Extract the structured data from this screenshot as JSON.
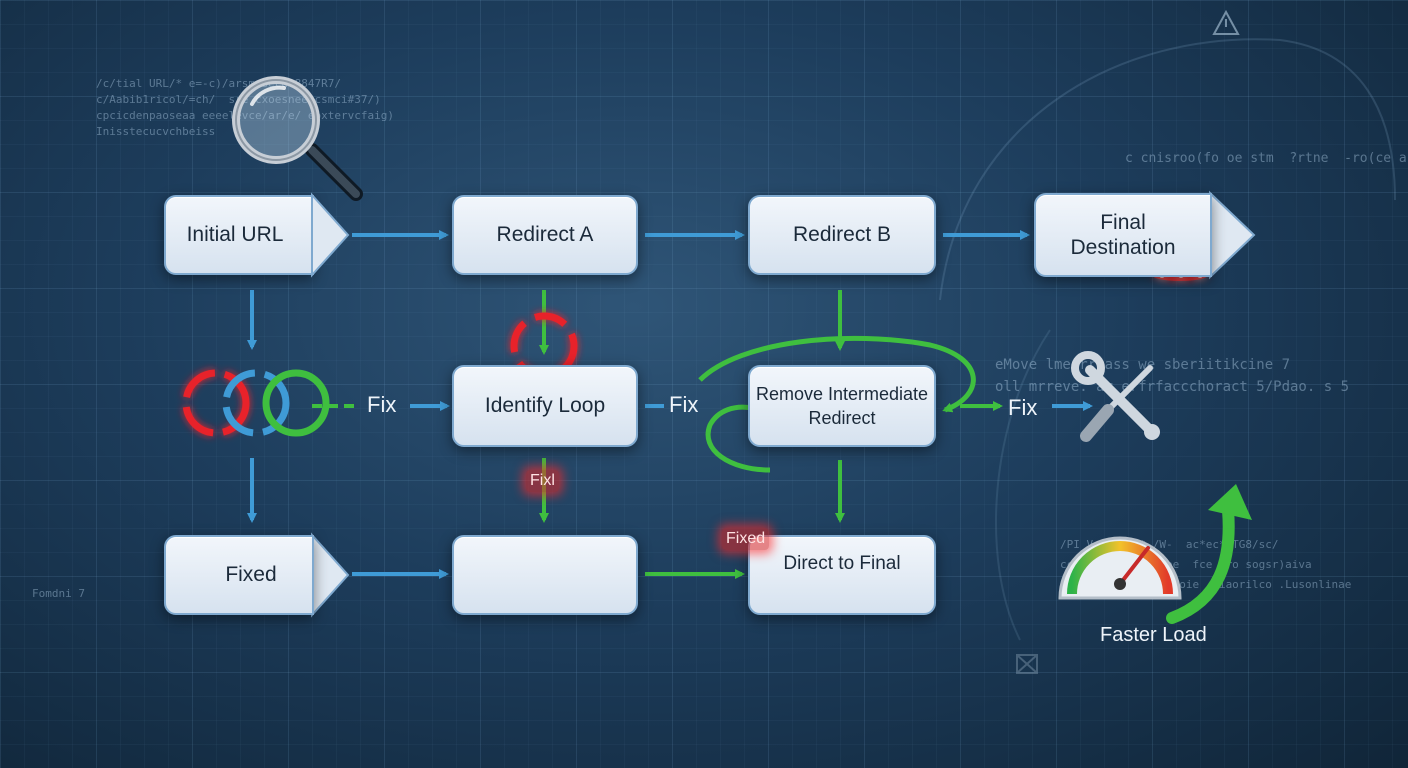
{
  "colors": {
    "flow_blue": "#3f9bd6",
    "fix_green": "#3fbf3f",
    "error_red": "#e8242a",
    "box_fill": "#e6eef6"
  },
  "background_code": {
    "top_left": [
      "/c/tial URL/* e=-c)/arsmcsecd 8847R7/",
      "c/Aabib1ricol/=ch/  sre cxoesneeecsmci#37/)",
      "cpcicdenpaoseaa eeeelevce/ar/e/ eoxtervcfaig)",
      "Inisstecucvchbeiss"
    ],
    "right_middle": [
      "eMove lmeerrcass we sberiitikcine 7",
      "oll mrreve. ar erfrfaccchoract 5/Pdao. s 5"
    ],
    "right_top": "c cnisroo(fo oe stm  ?rtne  -ro(ce a",
    "bottom_left": "Fomdni 7",
    "bottom_right": [
      "/PI Ve=f=11t*-/W-  ac*ec*(TG8/sc/",
      "ccemmsenesecccccoe  fce  ro sogsr)aiva",
      "dlersttece  aaecoooie  riaorilco .Lusonlinae"
    ]
  },
  "nodes": {
    "initial_url": "Initial URL",
    "redirect_a": "Redirect A",
    "redirect_b": "Redirect B",
    "final_destination": "Final Destination",
    "identify_loop": "Identify Loop",
    "remove_intermediate": "Remove Intermediate Redirect",
    "fixed": "Fixed",
    "empty_box": "",
    "direct_to_final": "Direct to Final"
  },
  "labels": {
    "fix_1": "Fix",
    "fix_2": "Fix",
    "fix_3": "Fix",
    "fix_red": "Fixl",
    "fixed_red": "Fixed",
    "faster_load": "Faster Load"
  },
  "icons": [
    "magnifier-icon",
    "loop-rings-icon",
    "wrench-screwdriver-icon",
    "speedometer-icon",
    "up-arrow-icon",
    "warning-icon"
  ]
}
